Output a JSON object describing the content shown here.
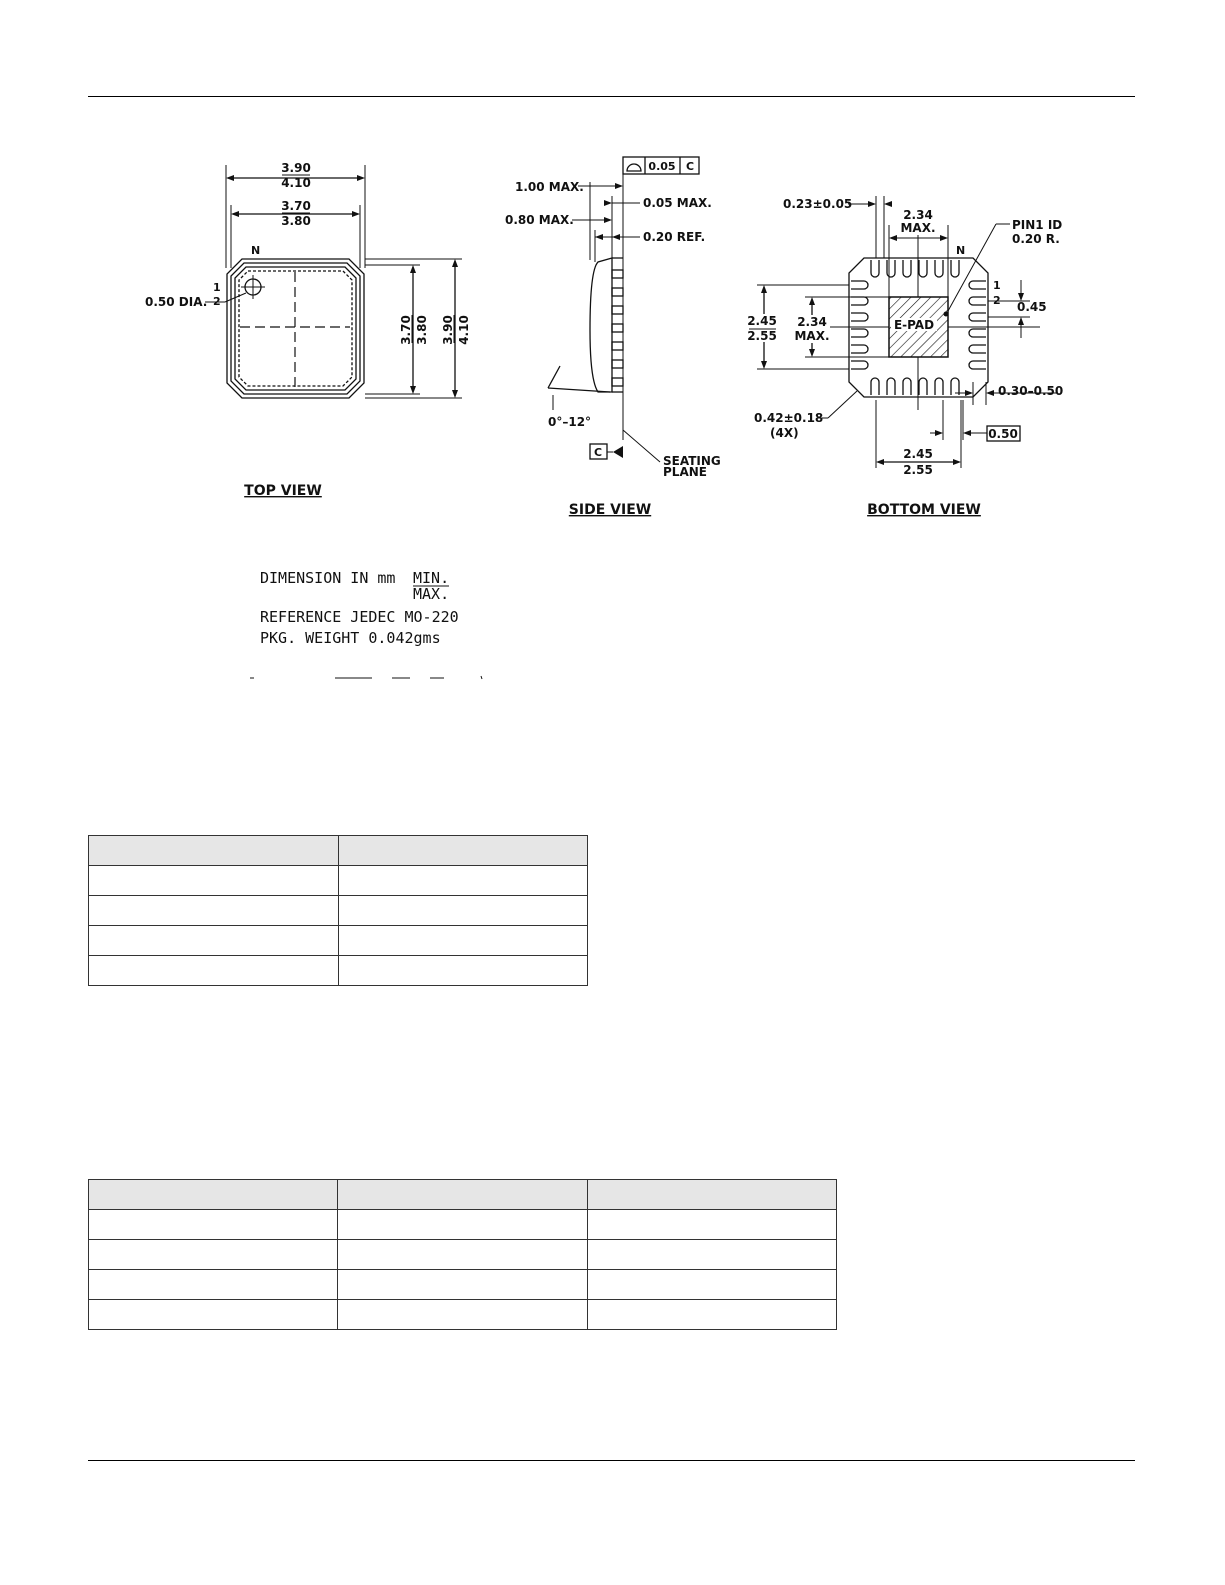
{
  "top_view": {
    "title": "TOP VIEW",
    "dims": {
      "outer_w_min": "3.90",
      "outer_w_max": "4.10",
      "inner_w_min": "3.70",
      "inner_w_max": "3.80",
      "inner_h_min": "3.70",
      "inner_h_max": "3.80",
      "outer_h_min": "3.90",
      "outer_h_max": "4.10",
      "dot_dia": "0.50 DIA.",
      "pin_n": "N",
      "pin_1": "1",
      "pin_2": "2"
    }
  },
  "side_view": {
    "title": "SIDE VIEW",
    "dims": {
      "flatness": "0.05",
      "datum": "C",
      "height_max": "1.00 MAX.",
      "standoff_max": "0.05 MAX.",
      "body_max": "0.80 MAX.",
      "ref": "0.20 REF.",
      "angle": "0°–12°",
      "seating_1": "SEATING",
      "seating_2": "PLANE",
      "datum_label": "C"
    }
  },
  "bottom_view": {
    "title": "BOTTOM VIEW",
    "dims": {
      "lead_w": "0.23±0.05",
      "pad_w_1": "2.34",
      "pad_w_2": "MAX.",
      "pin1_1": "PIN1 ID",
      "pin1_2": "0.20 R.",
      "pin_n": "N",
      "pin_1": "1",
      "pin_2": "2",
      "pitch": "0.45",
      "left_min": "2.45",
      "left_max": "2.55",
      "pad_h_1": "2.34",
      "pad_h_2": "MAX.",
      "epad": "E-PAD",
      "lead_len": "0.30–0.50",
      "chamfer_1": "0.42±0.18",
      "chamfer_2": "(4X)",
      "box": "0.50",
      "bot_min": "2.45",
      "bot_max": "2.55"
    }
  },
  "notes": {
    "line1": "DIMENSION IN mm",
    "frac_top": "MIN.",
    "frac_bot": "MAX.",
    "line2": "REFERENCE JEDEC MO-220",
    "line3": "PKG. WEIGHT 0.042gms"
  },
  "table1": {
    "rows": 5,
    "cols": 2
  },
  "table2": {
    "rows": 5,
    "cols": 3
  }
}
